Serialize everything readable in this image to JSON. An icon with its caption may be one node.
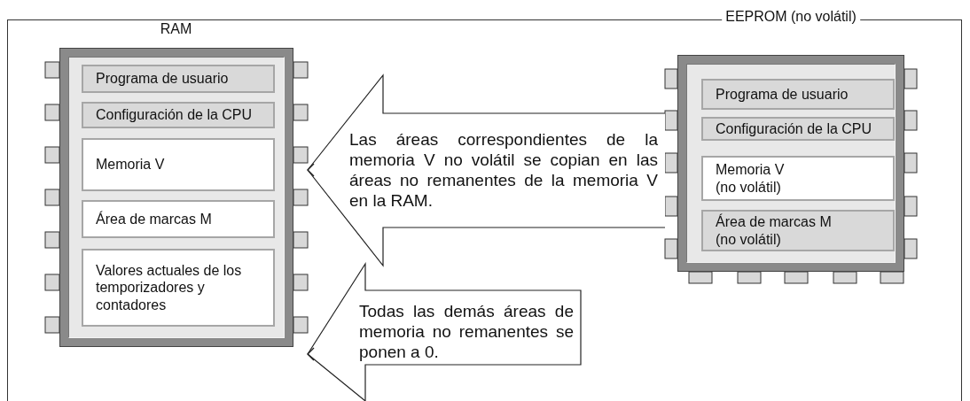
{
  "diagram": {
    "nodes": [
      {
        "text": [
          "RAM"
        ]
      },
      {
        "text": [
          "Programa de usuario"
        ],
        "in": 0
      },
      {
        "text": [
          "Configuración de la CPU"
        ],
        "in": 0
      },
      {
        "text": [
          "Memoria V"
        ],
        "in": 0
      },
      {
        "text": [
          "Área de marcas M"
        ],
        "in": 0
      },
      {
        "text": [
          "Valores actuales de los temporizadores y contadores"
        ],
        "in": 0
      },
      {
        "text": [
          "EEPROM (no volátil)"
        ]
      },
      {
        "text": [
          "Programa de usuario"
        ],
        "in": 6
      },
      {
        "text": [
          "Configuración de la CPU"
        ],
        "in": 6
      },
      {
        "text": [
          "Memoria V (no volátil)"
        ],
        "in": 6
      },
      {
        "text": [
          "Área de marcas M (no volátil)"
        ],
        "in": 6
      }
    ],
    "edges": [
      {
        "from": 6,
        "to": 0,
        "arrow": "to",
        "label": "Las áreas correspondientes de la memoria V no volátil se copian en las áreas no remanentes de la memoria V en la RAM."
      },
      {
        "from": null,
        "to": 0,
        "arrow": "to",
        "label": "Todas las demás áreas de memoria no remanentes se ponen a 0."
      }
    ]
  }
}
